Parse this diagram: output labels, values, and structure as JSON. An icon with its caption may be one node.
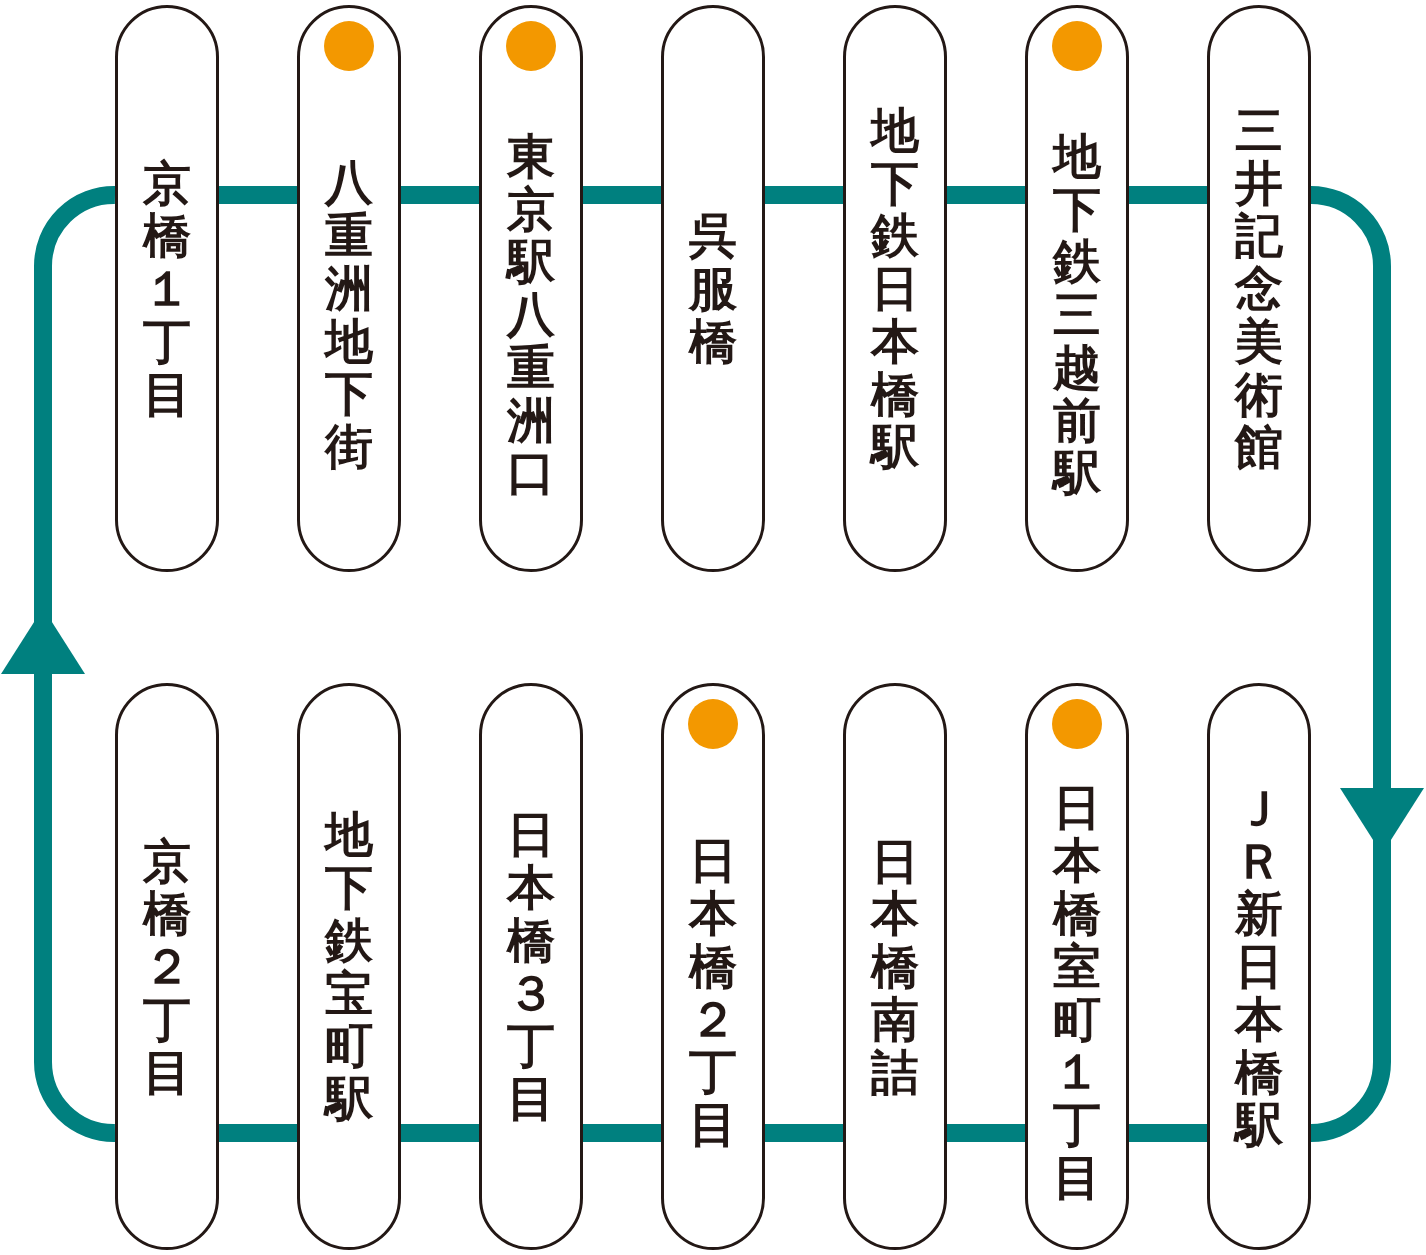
{
  "diagram": {
    "nodes": [
      {
        "text": [
          "京橋１丁目"
        ]
      },
      {
        "text": [
          "八重洲地下街"
        ]
      },
      {
        "text": [],
        "shape": "circle",
        "in": 1
      },
      {
        "text": [
          "東京駅八重洲口"
        ]
      },
      {
        "text": [],
        "shape": "circle",
        "in": 3
      },
      {
        "text": [
          "呉服橋"
        ]
      },
      {
        "text": [
          "地下鉄日本橋駅"
        ]
      },
      {
        "text": [
          "地下鉄三越前駅"
        ]
      },
      {
        "text": [],
        "shape": "circle",
        "in": 7
      },
      {
        "text": [
          "三井記念美術館"
        ]
      },
      {
        "text": [
          "京橋２丁目"
        ]
      },
      {
        "text": [
          "地下鉄宝町駅"
        ]
      },
      {
        "text": [
          "日本橋３丁目"
        ]
      },
      {
        "text": [
          "日本橋２丁目"
        ]
      },
      {
        "text": [],
        "shape": "circle",
        "in": 13
      },
      {
        "text": [
          "日本橋南詰"
        ]
      },
      {
        "text": [
          "日本橋室町１丁目"
        ]
      },
      {
        "text": [],
        "shape": "circle",
        "in": 16
      },
      {
        "text": [
          "ＪＲ新日本橋駅"
        ]
      }
    ],
    "edges": [
      {
        "from": 0,
        "to": 1,
        "arrow": "none"
      },
      {
        "from": 1,
        "to": 3,
        "arrow": "none"
      },
      {
        "from": 3,
        "to": 5,
        "arrow": "none"
      },
      {
        "from": 5,
        "to": 6,
        "arrow": "none"
      },
      {
        "from": 6,
        "to": 7,
        "arrow": "none"
      },
      {
        "from": 7,
        "to": 9,
        "arrow": "none"
      },
      {
        "from": 9,
        "to": 18,
        "arrow": "to"
      },
      {
        "from": 18,
        "to": 16,
        "arrow": "none"
      },
      {
        "from": 16,
        "to": 15,
        "arrow": "none"
      },
      {
        "from": 15,
        "to": 13,
        "arrow": "none"
      },
      {
        "from": 13,
        "to": 12,
        "arrow": "none"
      },
      {
        "from": 12,
        "to": 11,
        "arrow": "none"
      },
      {
        "from": 11,
        "to": 10,
        "arrow": "none"
      },
      {
        "from": 10,
        "to": 0,
        "arrow": "to"
      }
    ]
  }
}
